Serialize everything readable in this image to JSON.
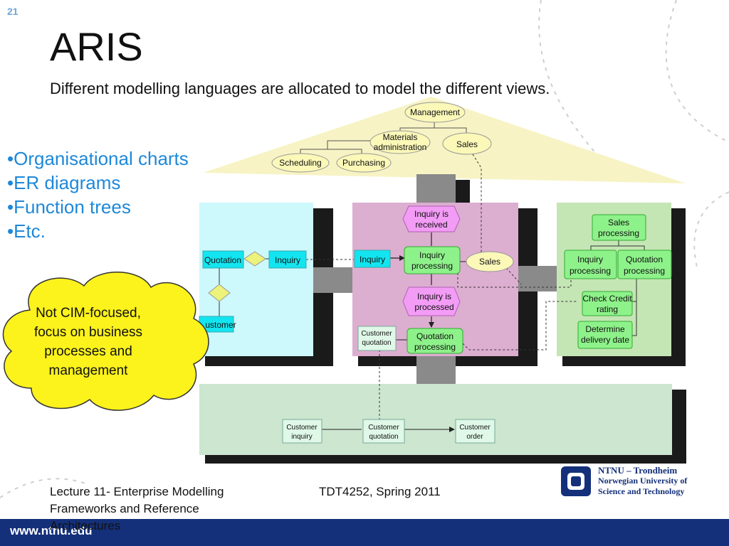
{
  "slide_number": "21",
  "title": "ARIS",
  "subtitle": "Different modelling languages are allocated to model the different views.",
  "bullets": [
    "•Organisational charts",
    "•ER diagrams",
    "•Function trees",
    "•Etc."
  ],
  "cloud_text": [
    "Not CIM-focused,",
    "focus on business",
    "processes and",
    "management"
  ],
  "diagram": {
    "org": {
      "management": "Management",
      "materials": [
        "Materials",
        "administration"
      ],
      "sales": "Sales",
      "scheduling": "Scheduling",
      "purchasing": "Purchasing"
    },
    "data_view": {
      "quotation": "Quotation",
      "inquiry": "Inquiry",
      "customer": "ustomer"
    },
    "control_view": {
      "inquiry": "Inquiry",
      "inquiry_received": [
        "Inquiry is",
        "received"
      ],
      "inquiry_processing": [
        "Inquiry",
        "processing"
      ],
      "sales": "Sales",
      "inquiry_processed": [
        "Inquiry is",
        "processed"
      ],
      "customer_quotation": [
        "Customer",
        "quotation"
      ],
      "quotation_processing": [
        "Quotation",
        "processing"
      ]
    },
    "function_view": {
      "sales_processing": [
        "Sales",
        "processing"
      ],
      "inquiry_processing": [
        "Inquiry",
        "processing"
      ],
      "quotation_processing": [
        "Quotation",
        "processing"
      ],
      "check_credit": [
        "Check Credit",
        "rating"
      ],
      "determine_delivery": [
        "Determine",
        "delivery date"
      ]
    },
    "output_view": {
      "customer_inquiry": [
        "Customer",
        "inquiry"
      ],
      "customer_quotation": [
        "Customer",
        "quotation"
      ],
      "customer_order": [
        "Customer",
        "order"
      ]
    }
  },
  "footer": {
    "left": "Lecture 11- Enterprise Modelling Frameworks and Reference Architectures",
    "center": "TDT4252, Spring 2011",
    "website": "www.ntnu.edu",
    "logo_lines": [
      "NTNU – Trondheim",
      "Norwegian University of",
      "Science and Technology"
    ]
  },
  "colors": {
    "bullet_text": "#1e88d9",
    "bottom_bar": "#14307a",
    "roof": "#f7f3c4",
    "data_view": "#cdf8fc",
    "control_view": "#dcaed0",
    "function_view": "#c4e6b4",
    "output_view": "#cce6d0",
    "event": "#f39cf6",
    "function_box": "#8ef28a",
    "data_object": "#13e5f0",
    "org_unit": "#fbf8b8",
    "cloud": "#fcf21c"
  }
}
